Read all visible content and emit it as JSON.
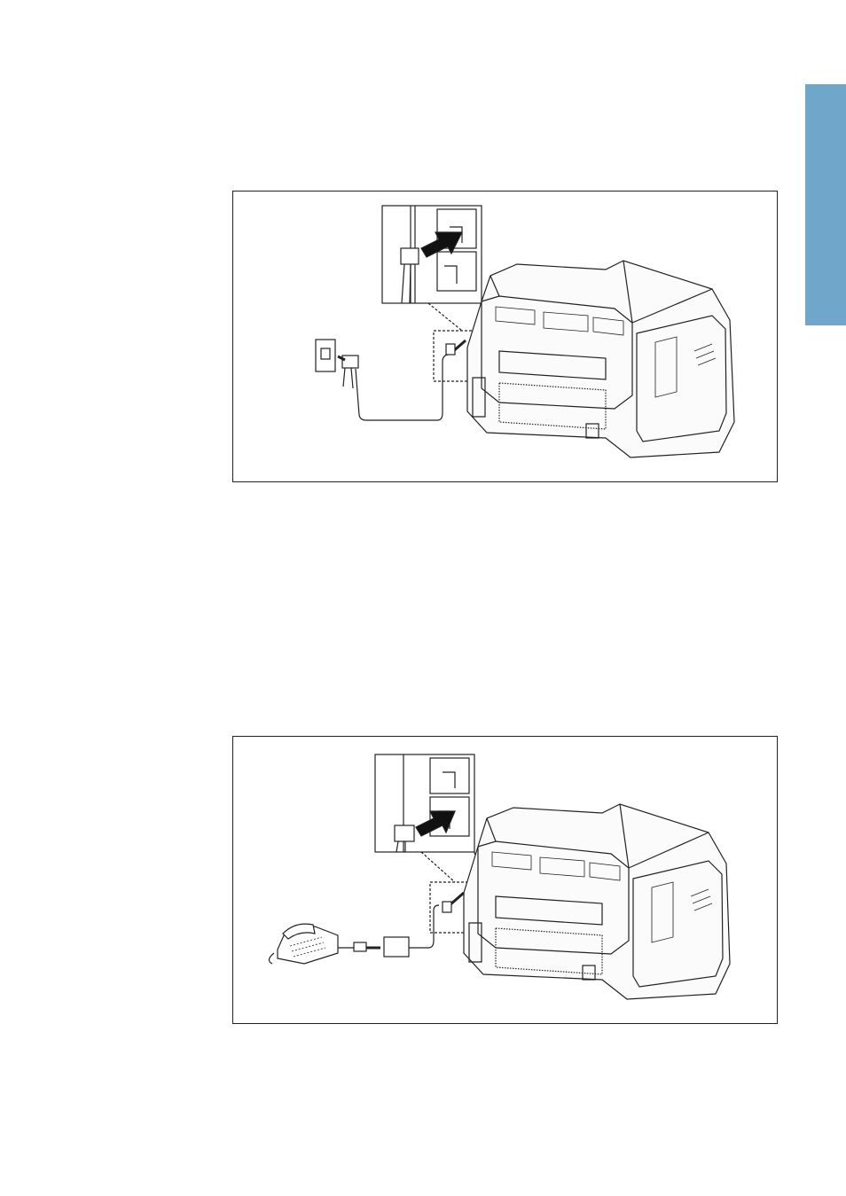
{
  "page": {
    "side_tab_color": "#6fa6c9"
  },
  "figures": [
    {
      "id": "figure-line-connection",
      "subject": "fax-machine-rear-line-jack"
    },
    {
      "id": "figure-extension-phone",
      "subject": "fax-machine-rear-ext-jack"
    }
  ]
}
